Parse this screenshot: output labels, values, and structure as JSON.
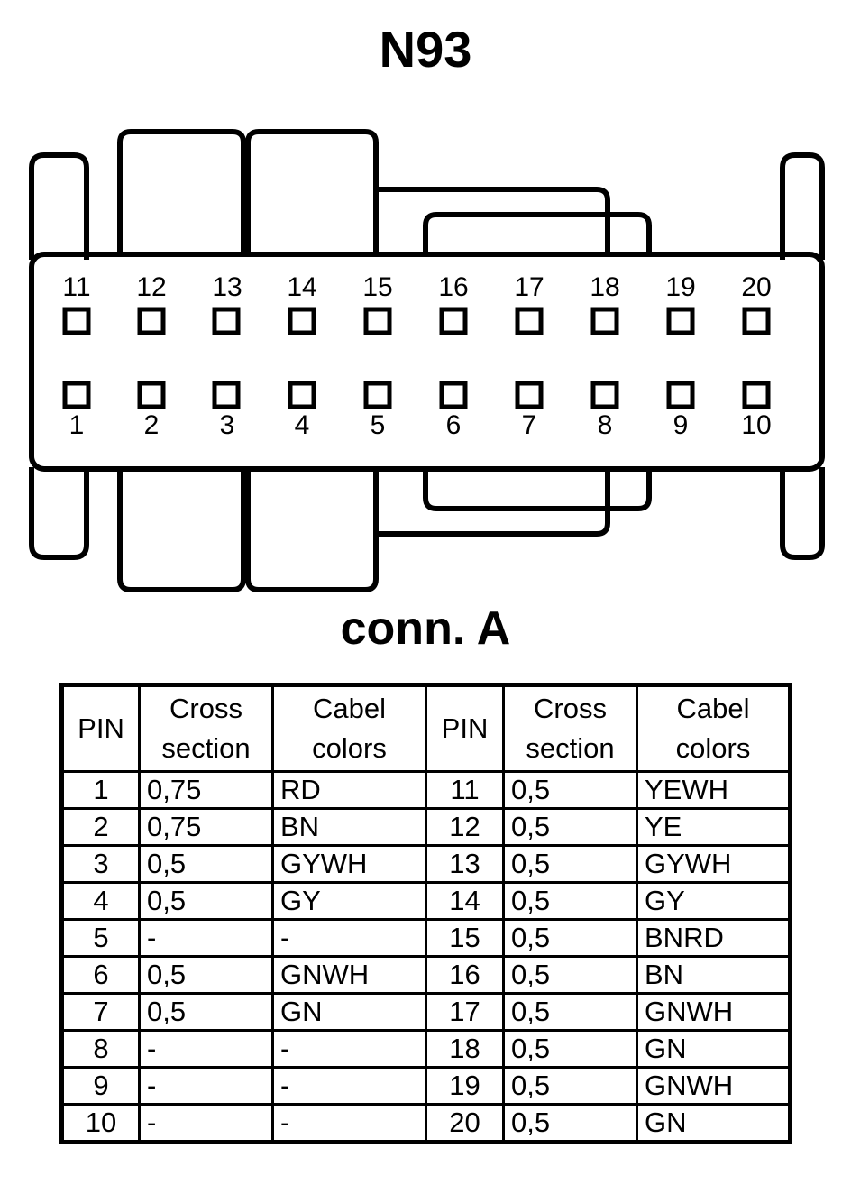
{
  "title": "N93",
  "connector": {
    "caption": "conn. A",
    "top_row_pins": [
      "11",
      "12",
      "13",
      "14",
      "15",
      "16",
      "17",
      "18",
      "19",
      "20"
    ],
    "bottom_row_pins": [
      "1",
      "2",
      "3",
      "4",
      "5",
      "6",
      "7",
      "8",
      "9",
      "10"
    ],
    "line_color": "#000000",
    "fill_color": "#ffffff"
  },
  "table": {
    "headers": [
      "PIN",
      "Cross section",
      "Cabel colors",
      "PIN",
      "Cross section",
      "Cabel colors"
    ],
    "header_lines": {
      "pin": "PIN",
      "cross_1": "Cross",
      "cross_2": "section",
      "cabel_1": "Cabel",
      "cabel_2": "colors"
    },
    "rows": [
      {
        "pin_left": "1",
        "cross_left": "0,75",
        "color_left": "RD",
        "pin_right": "11",
        "cross_right": "0,5",
        "color_right": "YEWH"
      },
      {
        "pin_left": "2",
        "cross_left": "0,75",
        "color_left": "BN",
        "pin_right": "12",
        "cross_right": "0,5",
        "color_right": "YE"
      },
      {
        "pin_left": "3",
        "cross_left": "0,5",
        "color_left": "GYWH",
        "pin_right": "13",
        "cross_right": "0,5",
        "color_right": "GYWH"
      },
      {
        "pin_left": "4",
        "cross_left": "0,5",
        "color_left": "GY",
        "pin_right": "14",
        "cross_right": "0,5",
        "color_right": "GY"
      },
      {
        "pin_left": "5",
        "cross_left": "-",
        "color_left": "-",
        "pin_right": "15",
        "cross_right": "0,5",
        "color_right": "BNRD"
      },
      {
        "pin_left": "6",
        "cross_left": "0,5",
        "color_left": "GNWH",
        "pin_right": "16",
        "cross_right": "0,5",
        "color_right": "BN"
      },
      {
        "pin_left": "7",
        "cross_left": "0,5",
        "color_left": "GN",
        "pin_right": "17",
        "cross_right": "0,5",
        "color_right": "GNWH"
      },
      {
        "pin_left": "8",
        "cross_left": "-",
        "color_left": "-",
        "pin_right": "18",
        "cross_right": "0,5",
        "color_right": "GN"
      },
      {
        "pin_left": "9",
        "cross_left": "-",
        "color_left": "-",
        "pin_right": "19",
        "cross_right": "0,5",
        "color_right": "GNWH"
      },
      {
        "pin_left": "10",
        "cross_left": "-",
        "color_left": "-",
        "pin_right": "20",
        "cross_right": "0,5",
        "color_right": "GN"
      }
    ]
  }
}
